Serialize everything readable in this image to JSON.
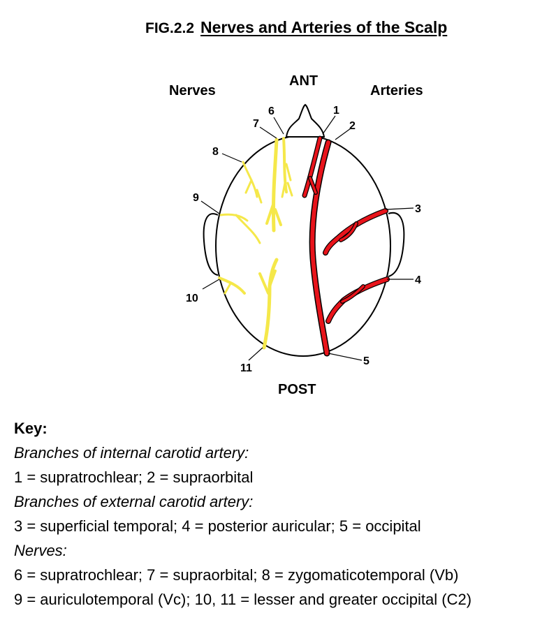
{
  "figure": {
    "prefix": "FIG.2.2",
    "title": "Nerves and Arteries of the Scalp"
  },
  "labels": {
    "anterior": "ANT",
    "posterior": "POST",
    "nerves": "Nerves",
    "arteries": "Arteries"
  },
  "numbers": [
    "1",
    "2",
    "3",
    "4",
    "5",
    "6",
    "7",
    "8",
    "9",
    "10",
    "11"
  ],
  "colors": {
    "artery": "#e8141b",
    "nerve": "#f5e84a",
    "outline": "#000000"
  },
  "key": {
    "heading": "Key:",
    "groups": [
      {
        "subtitle": "Branches of internal carotid artery:",
        "text": "1 = supratrochlear; 2 = supraorbital"
      },
      {
        "subtitle": "Branches of external carotid artery:",
        "text": "3 = superficial temporal; 4 = posterior auricular; 5 = occipital"
      },
      {
        "subtitle": "Nerves:",
        "text": "6 = supratrochlear; 7 = supraorbital; 8 = zygomaticotemporal (Vb)"
      }
    ],
    "last_line": "9 = auriculotemporal (Vc); 10, 11 = lesser and greater occipital (C2)"
  }
}
